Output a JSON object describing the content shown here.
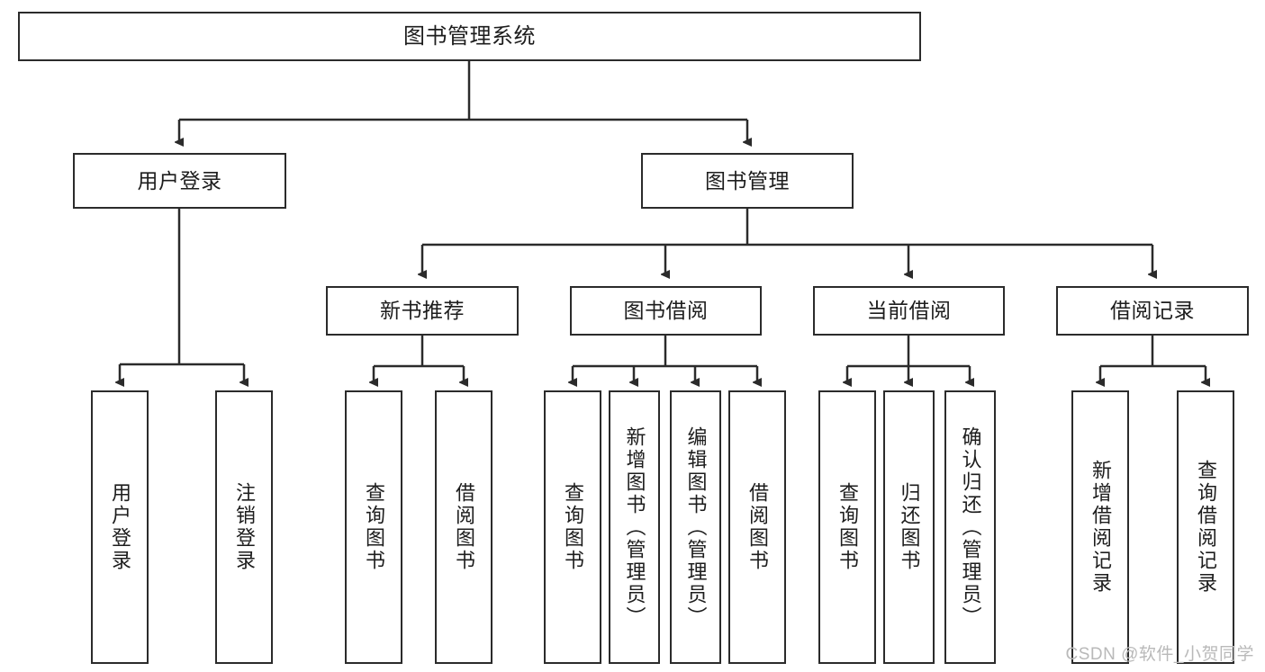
{
  "diagram": {
    "title": "图书管理系统",
    "watermark": "CSDN @软件_小贺同学",
    "line_color": "#2b2b2b",
    "box_fill": "#ffffff",
    "text_color": "#1d1d1d",
    "watermark_color": "#b9b9b9"
  },
  "nodes": {
    "root": {
      "label": "图书管理系统"
    },
    "level2": [
      {
        "label": "用户登录"
      },
      {
        "label": "图书管理"
      }
    ],
    "level3": [
      {
        "label": "新书推荐"
      },
      {
        "label": "图书借阅"
      },
      {
        "label": "当前借阅"
      },
      {
        "label": "借阅记录"
      }
    ],
    "leaves": {
      "user_login": [
        {
          "label": "用户登录"
        },
        {
          "label": "注销登录"
        }
      ],
      "new_book": [
        {
          "label": "查询图书"
        },
        {
          "label": "借阅图书"
        }
      ],
      "book_borrow": [
        {
          "label": "查询图书"
        },
        {
          "label": "新增图书（管理员）"
        },
        {
          "label": "编辑图书（管理员）"
        },
        {
          "label": "借阅图书"
        }
      ],
      "current_borrow": [
        {
          "label": "查询图书"
        },
        {
          "label": "归还图书"
        },
        {
          "label": "确认归还（管理员）"
        }
      ],
      "borrow_record": [
        {
          "label": "新增借阅记录"
        },
        {
          "label": "查询借阅记录"
        }
      ]
    }
  }
}
